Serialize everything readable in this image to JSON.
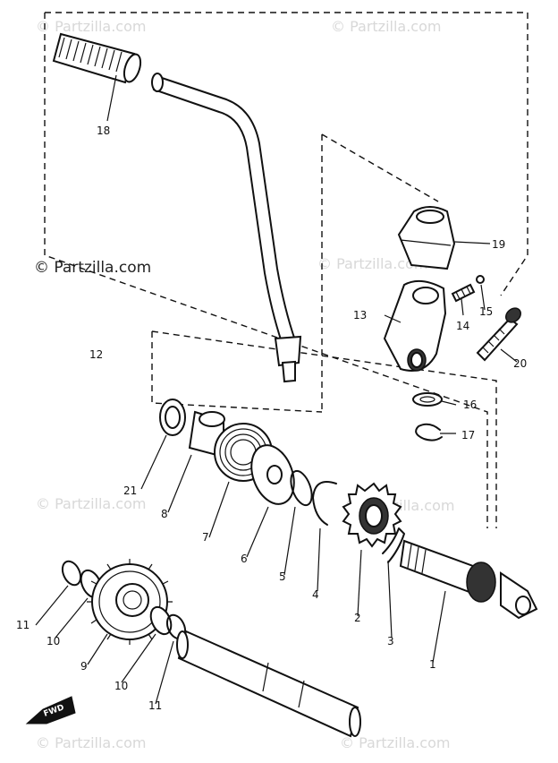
{
  "watermarks": {
    "faint": "© Partzilla.com",
    "main": "© Partzilla.com"
  },
  "callouts": {
    "p18": "18",
    "p19": "19",
    "p13": "13",
    "p14": "14",
    "p15": "15",
    "p20": "20",
    "p12": "12",
    "p16": "16",
    "p17": "17",
    "p21": "21",
    "p8": "8",
    "p7": "7",
    "p6": "6",
    "p5": "5",
    "p4": "4",
    "p2": "2",
    "p3": "3",
    "p1": "1",
    "p11a": "11",
    "p10a": "10",
    "p9": "9",
    "p10b": "10",
    "p11b": "11"
  },
  "forward_mark": "FWD"
}
